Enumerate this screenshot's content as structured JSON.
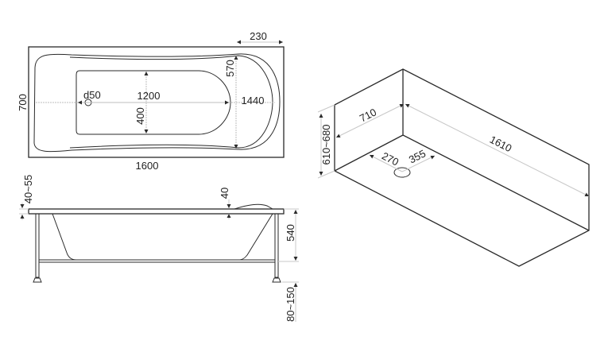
{
  "top_view": {
    "width_overall": "700",
    "length_overall": "1600",
    "headrest_length": "230",
    "inner_width": "570",
    "basin_length": "1200",
    "basin_width": "400",
    "inner_length": "1440",
    "drain_diameter": "d50"
  },
  "side_view": {
    "rim_thickness": "40~55",
    "rim_step": "40",
    "depth": "540",
    "leg_height": "80~150"
  },
  "iso_view": {
    "width": "710",
    "length": "1610",
    "height": "610~680",
    "drain_offset_side": "270",
    "drain_offset_back": "355"
  }
}
